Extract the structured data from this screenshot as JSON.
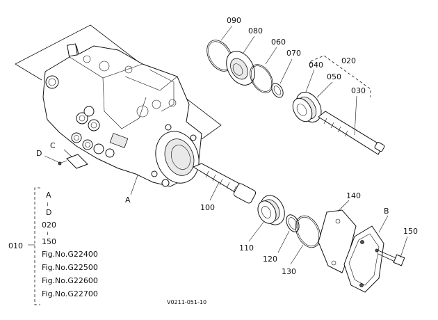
{
  "callouts": {
    "c090": "090",
    "c080": "080",
    "c060": "060",
    "c070": "070",
    "c040": "040",
    "c020": "020",
    "c050": "050",
    "c030": "030",
    "c100": "100",
    "c110": "110",
    "c120": "120",
    "c130": "130",
    "c140": "140",
    "c150": "150",
    "cA": "A",
    "cB": "B",
    "cC": "C",
    "cD": "D"
  },
  "legend": {
    "ref_number": "010",
    "entries": [
      "A",
      "≀",
      "D",
      "020",
      "≀",
      "150"
    ],
    "figs": [
      "Fig.No.G22400",
      "Fig.No.G22500",
      "Fig.No.G22600",
      "Fig.No.G22700"
    ]
  },
  "drawing_code": "V0211-051-10"
}
